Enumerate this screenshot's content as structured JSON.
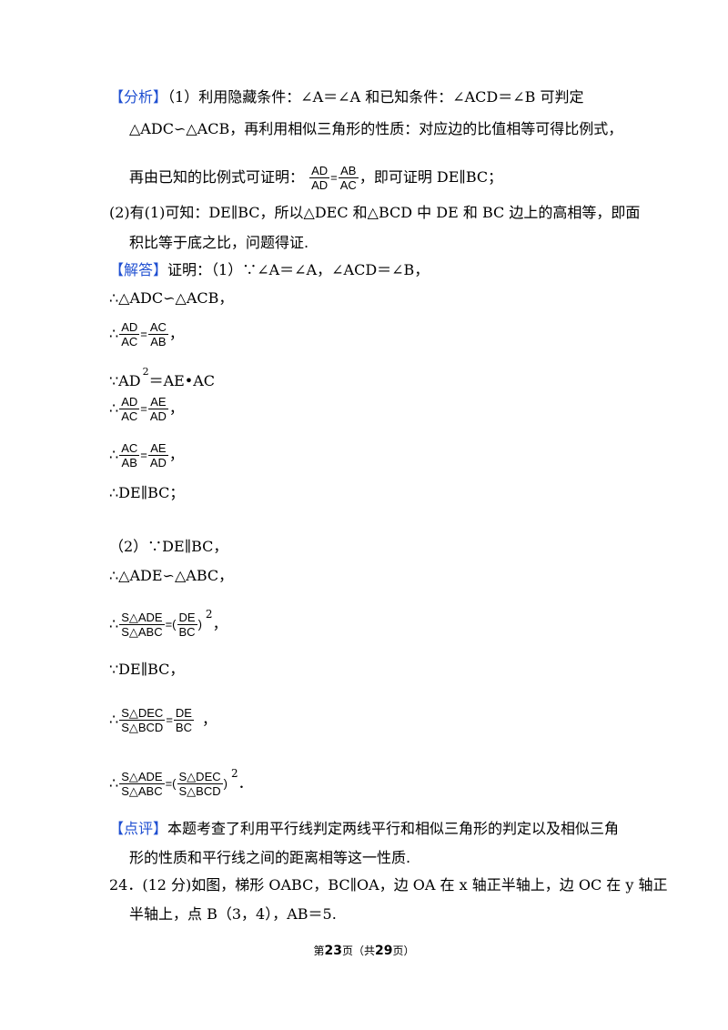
{
  "analysis": {
    "tag": "【分析】",
    "l1": "（1）利用隐藏条件：∠A＝∠A 和已知条件：∠ACD＝∠B 可判定",
    "l2": "△ADC∽△ACB，再利用相似三角形的性质：对应边的比值相等可得比例式，",
    "l3_pre": "再由已知的比例式可证明：",
    "l3_f1_num": "AD",
    "l3_f1_den": "AD",
    "l3_f2_num": "AB",
    "l3_f2_den": "AC",
    "l3_post": "，即可证明 DE∥BC；",
    "l4": "(2)有(1)可知：DE∥BC，所以△DEC 和△BCD 中 DE 和 BC 边上的高相等，即面",
    "l5": "积比等于底之比，问题得证."
  },
  "solution": {
    "tag": "【解答】",
    "s1": "证明：（1）∵∠A＝∠A，∠ACD＝∠B，",
    "s2": "∴△ADC∽△ACB，",
    "s3_pre": "∴",
    "s3_f1_num": "AD",
    "s3_f1_den": "AC",
    "s3_f2_num": "AC",
    "s3_f2_den": "AB",
    "s3_post": "，",
    "s4_a": "∵AD",
    "s4_sup": "2",
    "s4_b": "＝AE•AC",
    "s5_f1_num": "AD",
    "s5_f1_den": "AC",
    "s5_f2_num": "AE",
    "s5_f2_den": "AD",
    "s6_f1_num": "AC",
    "s6_f1_den": "AB",
    "s6_f2_num": "AE",
    "s6_f2_den": "AD",
    "s7": "∴DE∥BC；",
    "p2_1": "（2）∵DE∥BC，",
    "p2_2": "∴△ADE∽△ABC，",
    "p2_3_f1_num": "S△ADE",
    "p2_3_f1_den": "S△ABC",
    "p2_3_f2_num": "DE",
    "p2_3_f2_den": "BC",
    "p2_4": "∵DE∥BC，",
    "p2_5_f1_num": "S△DEC",
    "p2_5_f1_den": "S△BCD",
    "p2_5_f2_num": "DE",
    "p2_5_f2_den": "BC",
    "p2_6_f1_num": "S△ADE",
    "p2_6_f1_den": "S△ABC",
    "p2_6_f2_num": "S△DEC",
    "p2_6_f2_den": "S△BCD",
    "exp": "2"
  },
  "comment": {
    "tag": "【点评】",
    "l1": "本题考查了利用平行线判定两线平行和相似三角形的判定以及相似三角",
    "l2": "形的性质和平行线之间的距离相等这一性质."
  },
  "problem24": {
    "l1": "24．(12 分)如图，梯形 OABC，BC∥OA，边 OA 在 x 轴正半轴上，边 OC 在 y 轴正",
    "l2": "半轴上，点 B（3，4），AB＝5."
  },
  "footer": {
    "pre": "第",
    "page": "23",
    "mid": "页（共",
    "total": "29",
    "post": "页）"
  }
}
